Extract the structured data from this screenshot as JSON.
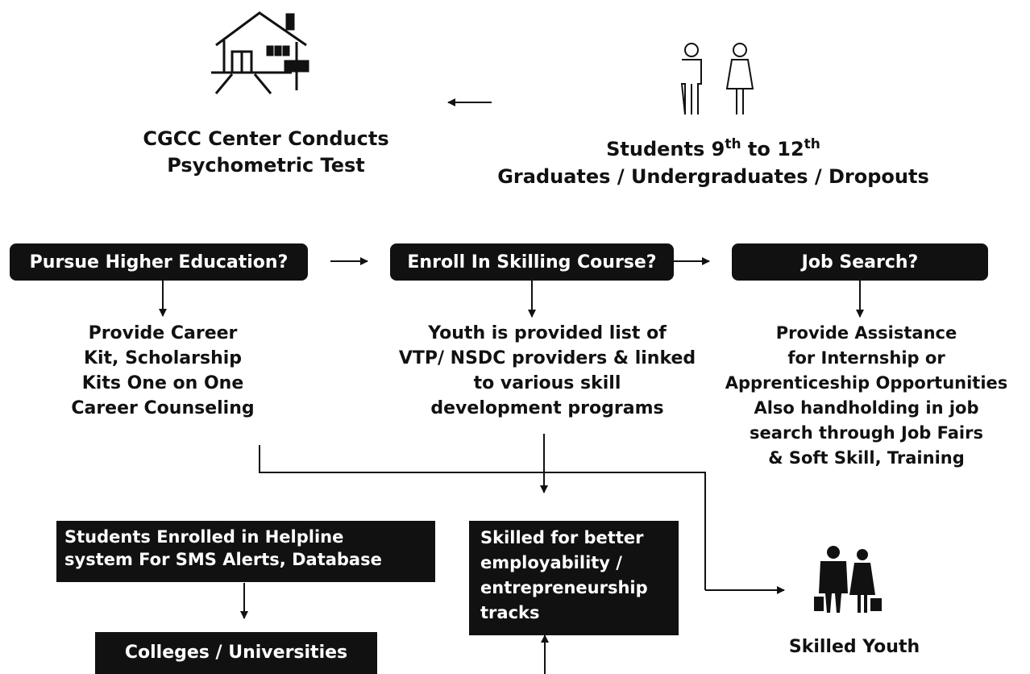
{
  "top": {
    "center_title": [
      "CGCC Center Conducts",
      "Psychometric Test"
    ],
    "students": {
      "prefix": "Students 9",
      "sup1": "th",
      "middle": "to 12",
      "sup2": "th",
      "line2": "Graduates / Undergraduates / Dropouts"
    }
  },
  "decisions": [
    {
      "label": "Pursue Higher Education?"
    },
    {
      "label": "Enroll In Skilling Course?"
    },
    {
      "label": "Job Search?"
    }
  ],
  "outcomes": [
    {
      "lines": [
        "Provide Career",
        "Kit, Scholarship",
        "Kits One on One",
        "Career Counseling"
      ]
    },
    {
      "lines": [
        "Youth is provided list of",
        "VTP/ NSDC providers & linked",
        "to various skill",
        "development programs"
      ]
    },
    {
      "lines": [
        "Provide Assistance",
        "for Internship or",
        "Apprenticeship Opportunities",
        "Also handholding in job",
        "search through Job Fairs",
        "& Soft Skill, Training"
      ]
    }
  ],
  "bottom": {
    "helpline_lines": [
      "Students Enrolled in Helpline",
      "system For SMS Alerts, Database"
    ],
    "colleges": "Colleges / Universities",
    "skilled_box_lines": [
      "Skilled for better",
      "employability /",
      "entrepreneurship",
      "tracks"
    ],
    "skilled_youth": "Skilled Youth"
  },
  "icons": [
    "house-icon",
    "students-icon",
    "skilled-youth-icon"
  ]
}
